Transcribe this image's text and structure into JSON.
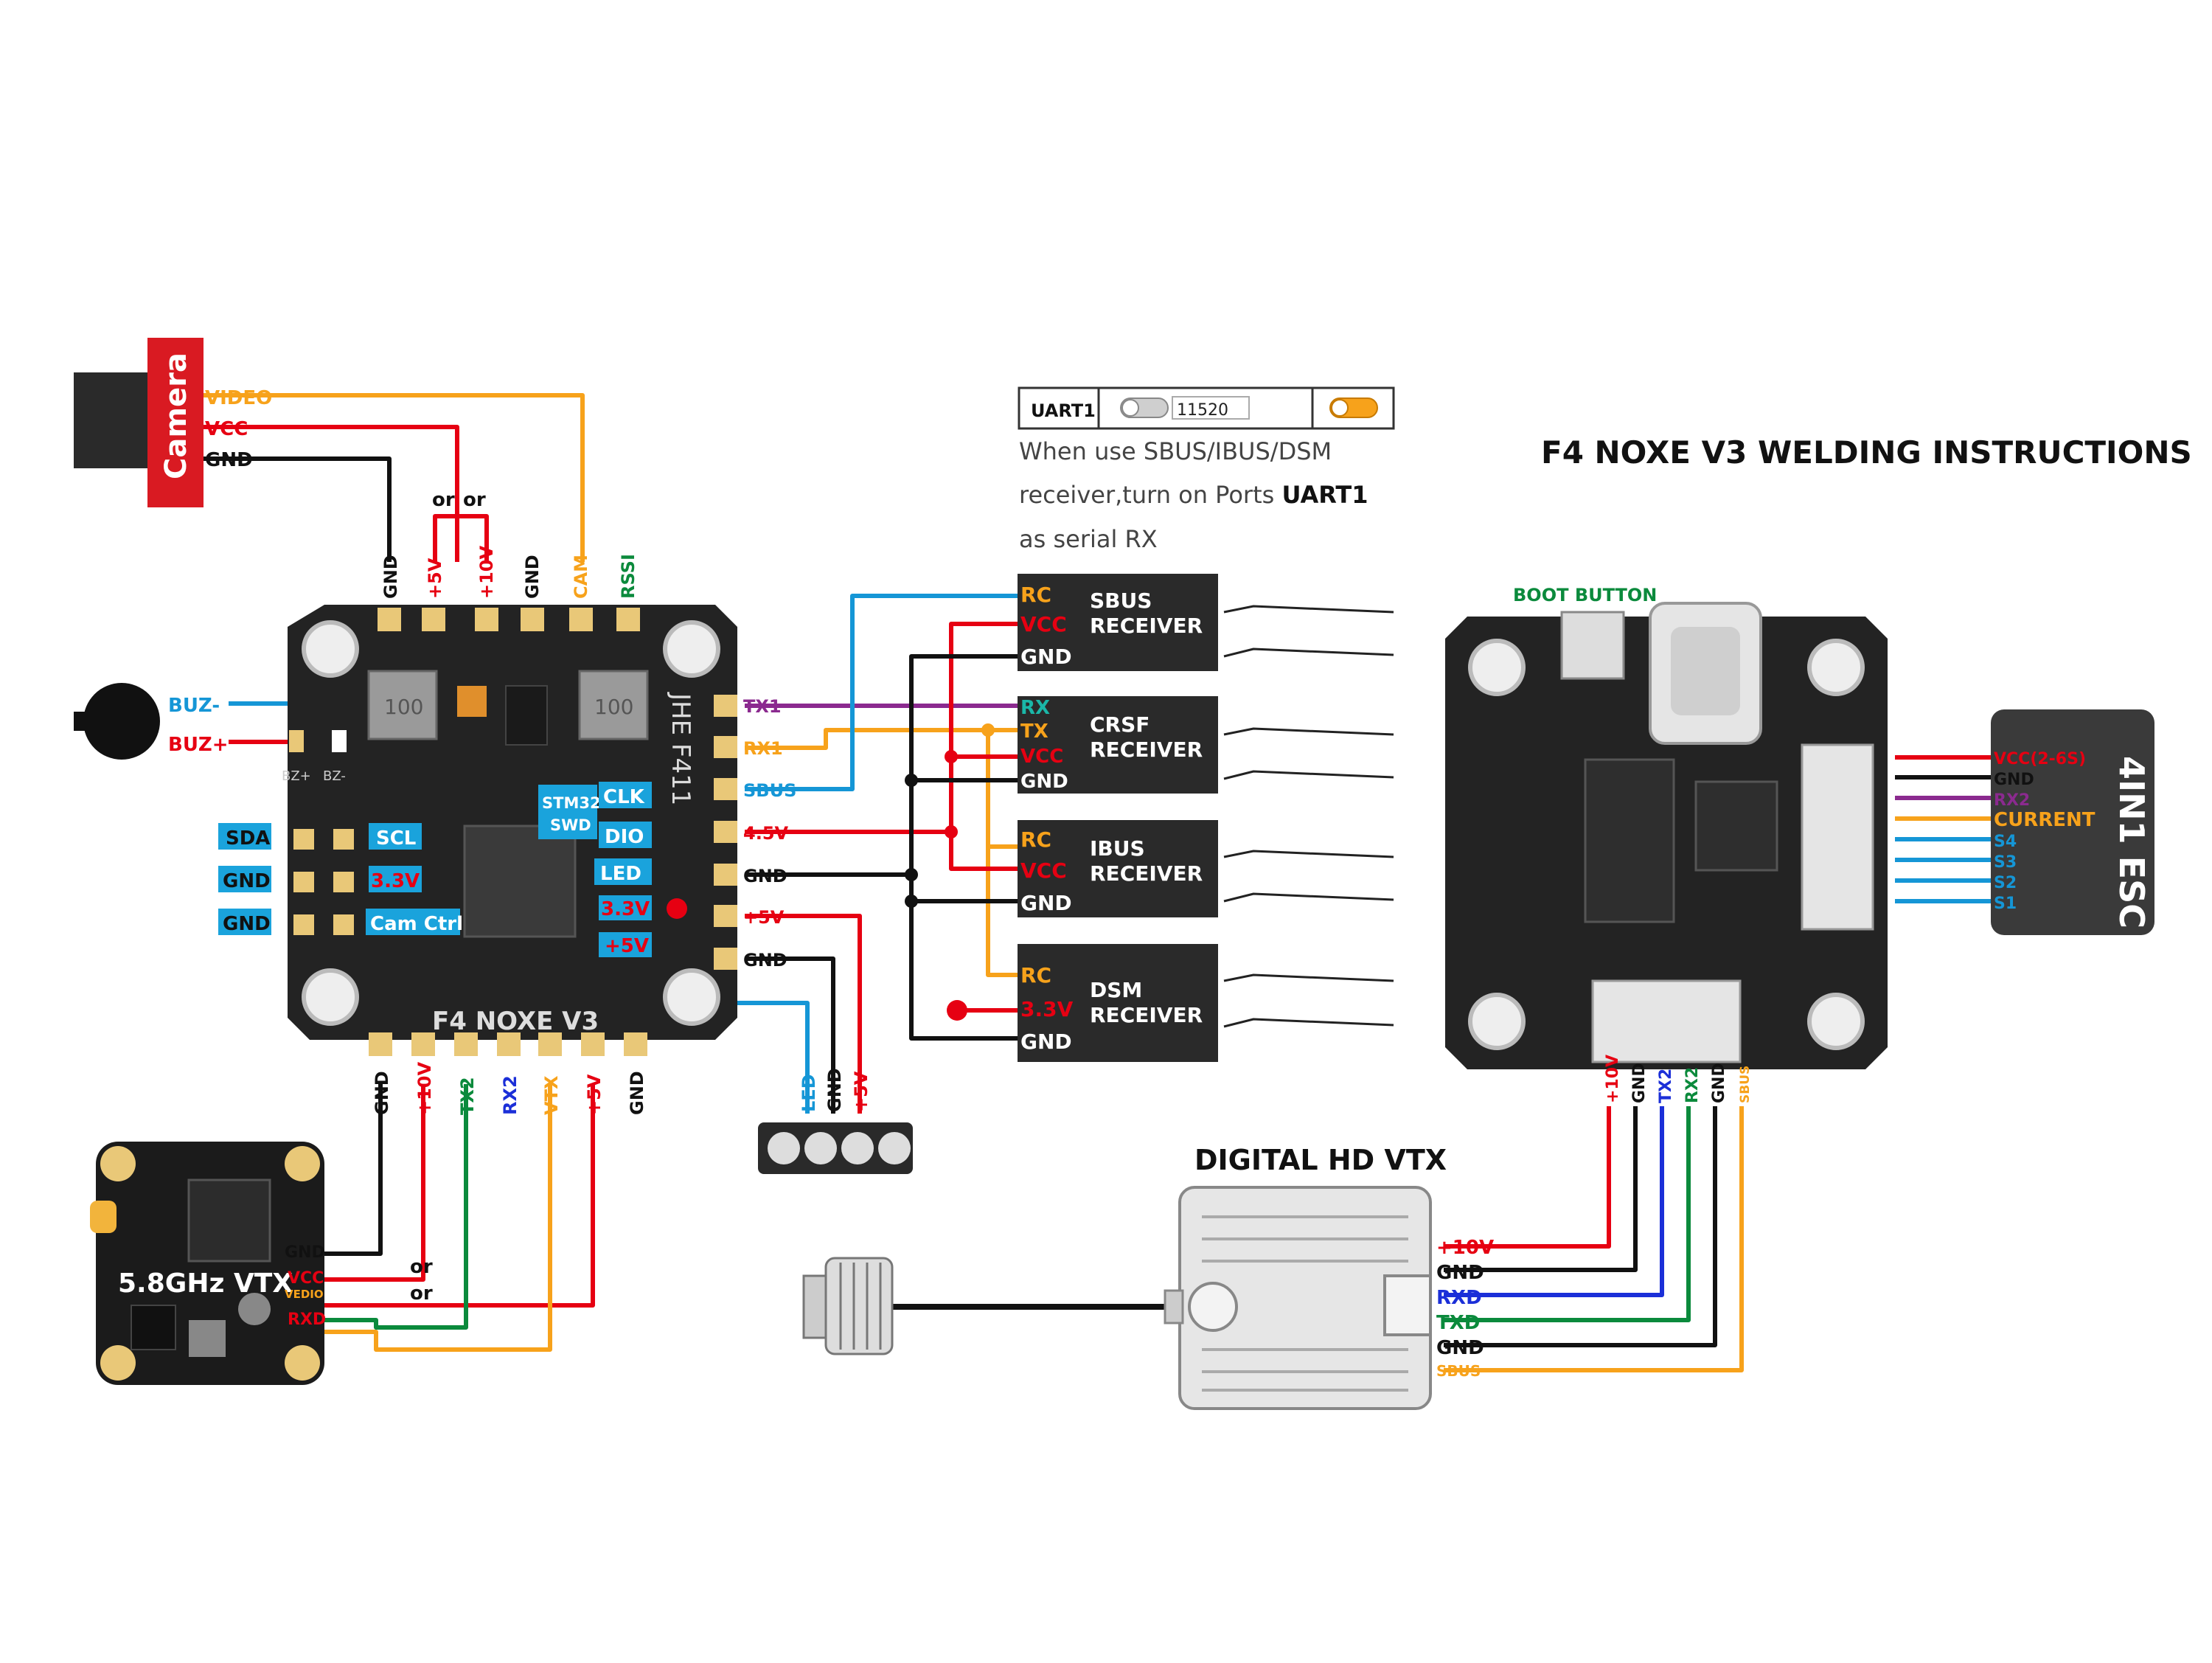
{
  "title": "F4 NOXE V3 WELDING INSTRUCTIONS",
  "colors": {
    "red": "#e60012",
    "black": "#111111",
    "orange": "#f7a21b",
    "blue": "#1596d6",
    "green": "#0b8a3c",
    "navy": "#1b2fd8",
    "purple": "#8b2a8f",
    "board": "#232323",
    "pad": "#e9c878",
    "label_bg": "#1aa3dc"
  },
  "uart_box": {
    "port": "UART1",
    "baud": "11520",
    "note_line1": "When use SBUS/IBUS/DSM",
    "note_line2": "receiver,turn on Ports ",
    "note_bold": "UART1",
    "note_line3": "as serial RX"
  },
  "camera": {
    "label": "Camera",
    "pins": [
      "VIDEO",
      "VCC",
      "GND"
    ],
    "or1": "or",
    "or2": "or"
  },
  "main_board": {
    "name": "F4 NOXE V3",
    "top_pads": [
      "GND",
      "+5V",
      "+10V",
      "GND",
      "CAM",
      "RSSI"
    ],
    "bottom_pads": [
      "GND",
      "+10V",
      "TX2",
      "RX2",
      "VTX",
      "+5V",
      "GND"
    ],
    "right_pads": [
      "TX1",
      "RX1",
      "SBUS",
      "4.5V",
      "GND",
      "+5V",
      "GND"
    ],
    "left_labels": [
      "SDA",
      "GND",
      "GND"
    ],
    "inner_labels": [
      "SCL",
      "3.3V",
      "Cam Ctrl",
      "STM32\nSWD",
      "CLK",
      "DIO",
      "LED",
      "3.3V",
      "+5V"
    ],
    "stm32": "STM32",
    "swd": "SWD",
    "inductor": "100",
    "board_text": "JHE F411",
    "buzzer": [
      "BUZ-",
      "BUZ+"
    ],
    "bz_marks": [
      "BZ+",
      "BZ-"
    ]
  },
  "led_strip": {
    "pins": [
      "LED",
      "GND",
      "+5V"
    ]
  },
  "vtx": {
    "name": "5.8GHz VTX",
    "pins": [
      "GND",
      "VCC",
      "VEDIO",
      "RXD"
    ],
    "or1": "or",
    "or2": "or"
  },
  "receivers": [
    {
      "name1": "SBUS",
      "name2": "RECEIVER",
      "pins": [
        "RC",
        "VCC",
        "GND"
      ]
    },
    {
      "name1": "CRSF",
      "name2": "RECEIVER",
      "pins": [
        "RX",
        "TX",
        "VCC",
        "GND"
      ]
    },
    {
      "name1": "IBUS",
      "name2": "RECEIVER",
      "pins": [
        "RC",
        "VCC",
        "GND"
      ]
    },
    {
      "name1": "DSM",
      "name2": "RECEIVER",
      "pins": [
        "RC",
        "3.3V",
        "GND"
      ]
    }
  ],
  "second_board": {
    "boot_button": "BOOT BUTTON",
    "bottom_pads": [
      "+10V",
      "GND",
      "TX2",
      "RX2",
      "GND",
      "SBUS"
    ]
  },
  "esc": {
    "name": "4IN1 ESC",
    "pins": [
      "VCC(2-6S)",
      "GND",
      "RX2",
      "CURRENT",
      "S4",
      "S3",
      "S2",
      "S1"
    ]
  },
  "hd_vtx": {
    "name": "DIGITAL HD VTX",
    "pins": [
      "+10V",
      "GND",
      "RXD",
      "TXD",
      "GND",
      "SBUS"
    ]
  }
}
